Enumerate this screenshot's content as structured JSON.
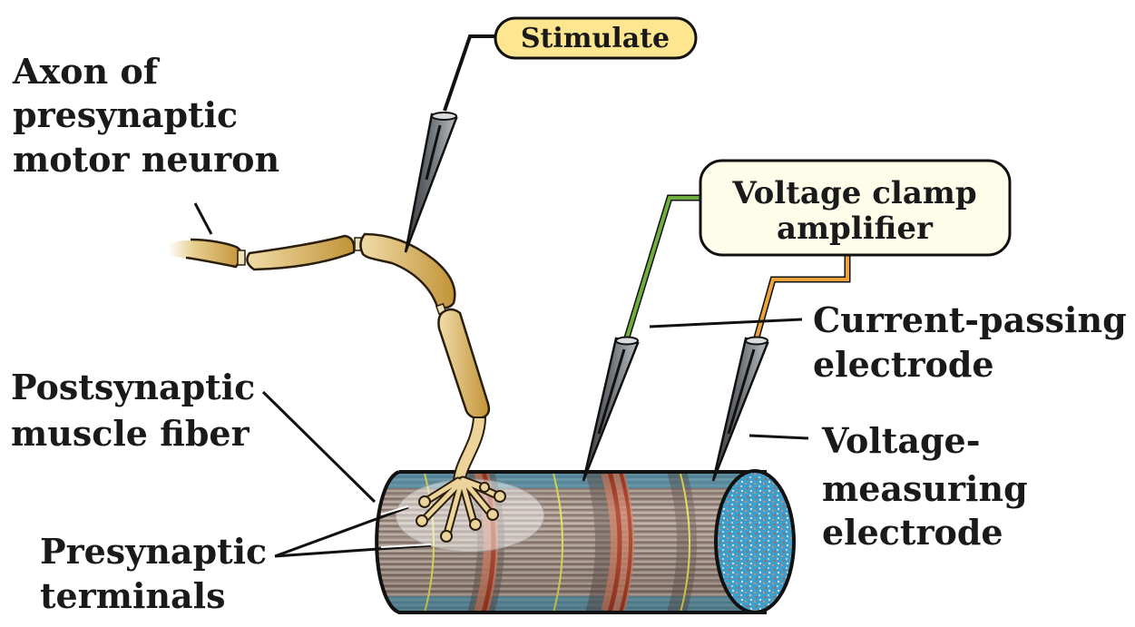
{
  "figure": {
    "type": "voltage clamp recording setup at neuromuscular junction",
    "labels": {
      "axon": [
        "Axon of",
        "presynaptic",
        "motor neuron"
      ],
      "postsynaptic": [
        "Postsynaptic",
        "muscle fiber"
      ],
      "presynaptic_terminals": [
        "Presynaptic",
        "terminals"
      ],
      "current_electrode": [
        "Current-passing",
        "electrode"
      ],
      "voltage_electrode": [
        "Voltage-",
        "measuring",
        "electrode"
      ]
    },
    "boxes": {
      "stimulate": "Stimulate",
      "amplifier": [
        "Voltage clamp",
        "amplifier"
      ]
    },
    "colors": {
      "stimulate_box": "#fde68f",
      "amplifier_box": "#fefde9",
      "axon": "#c9a04a",
      "axon_light": "#ecd39a",
      "terminal": "#ecd39a",
      "current_wire": "#6fae3c",
      "voltage_wire": "#eea33a",
      "fiber_blue": "#4a9ab8",
      "fiber_brown": "#9c8070",
      "fiber_red": "#c0502c",
      "fiber_yellow": "#e8e04a",
      "electrode": "#555a5f"
    }
  }
}
